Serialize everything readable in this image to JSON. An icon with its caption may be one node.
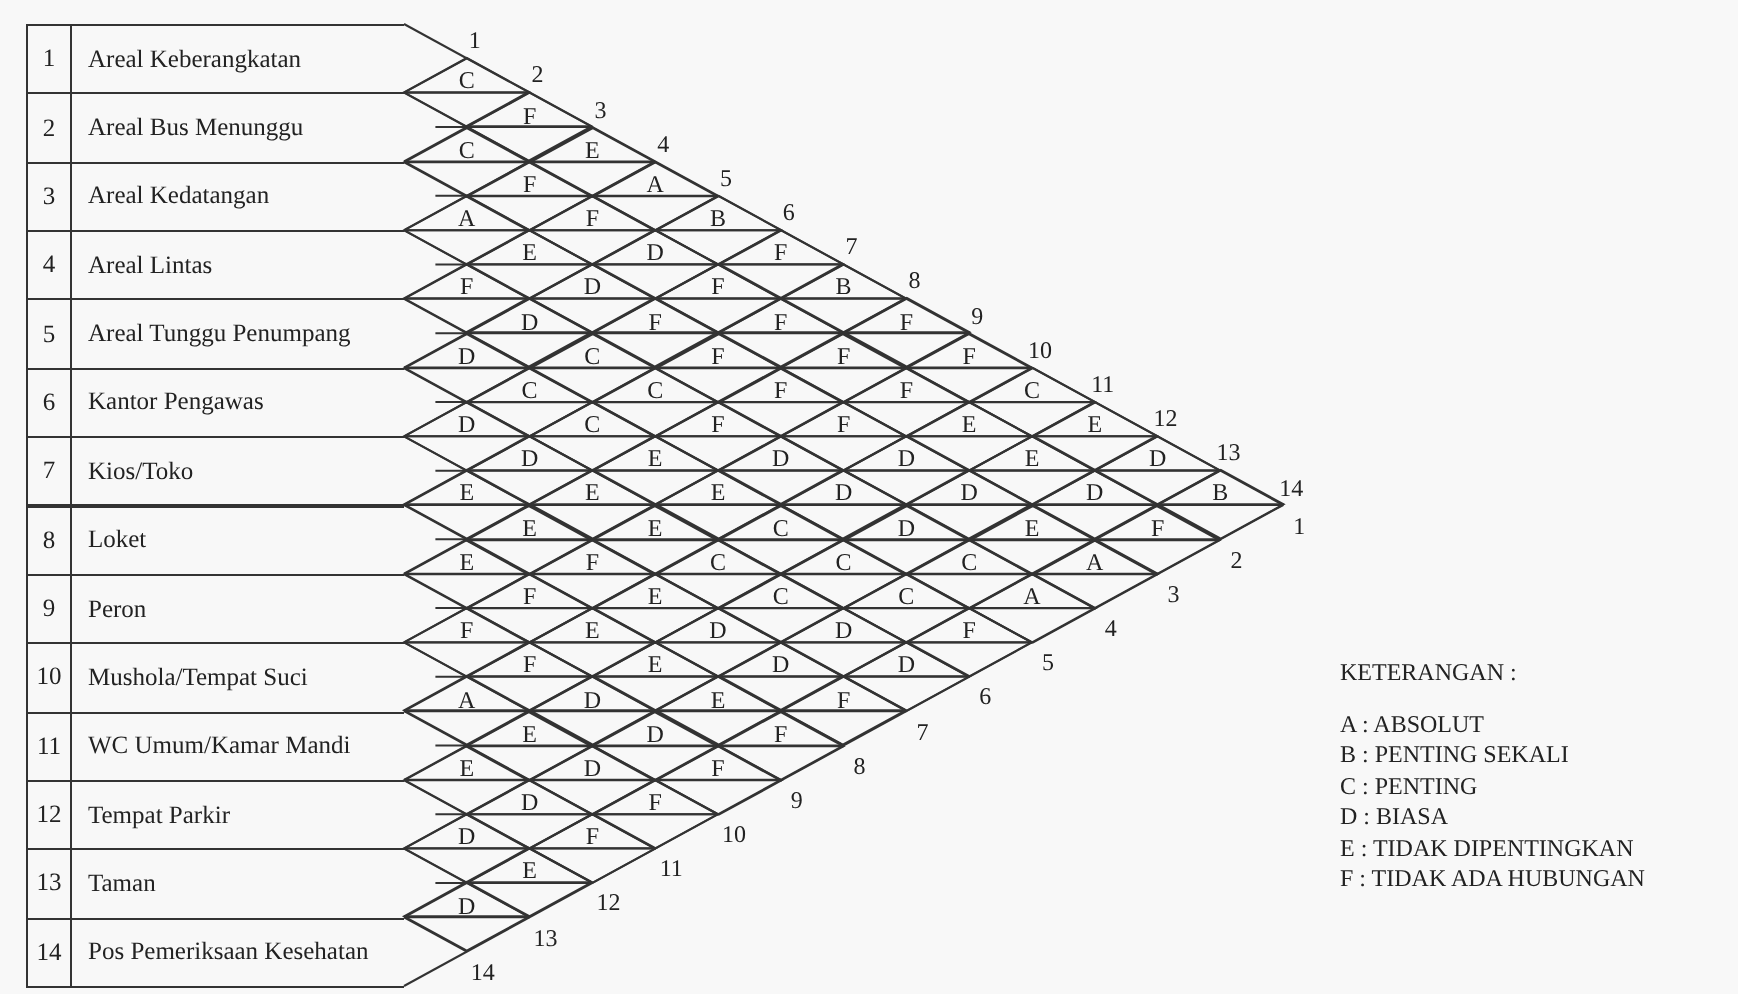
{
  "diagram": {
    "nodes": [
      {
        "text": [
          "1",
          "Areal Keberangkatan"
        ]
      },
      {
        "text": [
          "2",
          "Areal Bus Menunggu"
        ]
      },
      {
        "text": [
          "3",
          "Areal Kedatangan"
        ]
      },
      {
        "text": [
          "4",
          "Areal Lintas"
        ]
      },
      {
        "text": [
          "5",
          "Areal Tunggu Penumpang"
        ]
      },
      {
        "text": [
          "6",
          "Kantor Pengawas"
        ]
      },
      {
        "text": [
          "7",
          "Kios/Toko"
        ]
      },
      {
        "text": [
          "8",
          "Loket"
        ]
      },
      {
        "text": [
          "9",
          "Peron"
        ]
      },
      {
        "text": [
          "10",
          "Mushola/Tempat Suci"
        ]
      },
      {
        "text": [
          "11",
          "WC Umum/Kamar Mandi"
        ]
      },
      {
        "text": [
          "12",
          "Tempat Parkir"
        ]
      },
      {
        "text": [
          "13",
          "Taman"
        ]
      },
      {
        "text": [
          "14",
          "Pos Pemeriksaan Kesehatan"
        ]
      },
      {
        "text": [
          "C"
        ]
      },
      {
        "text": [
          "F"
        ]
      },
      {
        "text": [
          "C"
        ]
      },
      {
        "text": [
          "E"
        ]
      },
      {
        "text": [
          "F"
        ]
      },
      {
        "text": [
          "A"
        ]
      },
      {
        "text": [
          "A"
        ]
      },
      {
        "text": [
          "F"
        ]
      },
      {
        "text": [
          "B"
        ]
      },
      {
        "text": [
          "E"
        ]
      },
      {
        "text": [
          "D"
        ]
      },
      {
        "text": [
          "F"
        ]
      },
      {
        "text": [
          "F"
        ]
      },
      {
        "text": [
          "D"
        ]
      },
      {
        "text": [
          "F"
        ]
      },
      {
        "text": [
          "B"
        ]
      },
      {
        "text": [
          "D"
        ]
      },
      {
        "text": [
          "F"
        ]
      },
      {
        "text": [
          "F"
        ]
      },
      {
        "text": [
          "F"
        ]
      },
      {
        "text": [
          "D"
        ]
      },
      {
        "text": [
          "C"
        ]
      },
      {
        "text": [
          "F"
        ]
      },
      {
        "text": [
          "F"
        ]
      },
      {
        "text": [
          "F"
        ]
      },
      {
        "text": [
          "C"
        ]
      },
      {
        "text": [
          "C"
        ]
      },
      {
        "text": [
          "F"
        ]
      },
      {
        "text": [
          "F"
        ]
      },
      {
        "text": [
          "C"
        ]
      },
      {
        "text": [
          "D"
        ]
      },
      {
        "text": [
          "C"
        ]
      },
      {
        "text": [
          "F"
        ]
      },
      {
        "text": [
          "F"
        ]
      },
      {
        "text": [
          "E"
        ]
      },
      {
        "text": [
          "E"
        ]
      },
      {
        "text": [
          "D"
        ]
      },
      {
        "text": [
          "E"
        ]
      },
      {
        "text": [
          "D"
        ]
      },
      {
        "text": [
          "D"
        ]
      },
      {
        "text": [
          "E"
        ]
      },
      {
        "text": [
          "D"
        ]
      },
      {
        "text": [
          "E"
        ]
      },
      {
        "text": [
          "E"
        ]
      },
      {
        "text": [
          "E"
        ]
      },
      {
        "text": [
          "D"
        ]
      },
      {
        "text": [
          "D"
        ]
      },
      {
        "text": [
          "D"
        ]
      },
      {
        "text": [
          "B"
        ]
      },
      {
        "text": [
          "E"
        ]
      },
      {
        "text": [
          "E"
        ]
      },
      {
        "text": [
          "C"
        ]
      },
      {
        "text": [
          "D"
        ]
      },
      {
        "text": [
          "E"
        ]
      },
      {
        "text": [
          "F"
        ]
      },
      {
        "text": [
          "E"
        ]
      },
      {
        "text": [
          "F"
        ]
      },
      {
        "text": [
          "C"
        ]
      },
      {
        "text": [
          "C"
        ]
      },
      {
        "text": [
          "C"
        ]
      },
      {
        "text": [
          "A"
        ]
      },
      {
        "text": [
          "F"
        ]
      },
      {
        "text": [
          "E"
        ]
      },
      {
        "text": [
          "C"
        ]
      },
      {
        "text": [
          "C"
        ]
      },
      {
        "text": [
          "A"
        ]
      },
      {
        "text": [
          "F"
        ]
      },
      {
        "text": [
          "E"
        ]
      },
      {
        "text": [
          "D"
        ]
      },
      {
        "text": [
          "D"
        ]
      },
      {
        "text": [
          "F"
        ]
      },
      {
        "text": [
          "F"
        ]
      },
      {
        "text": [
          "E"
        ]
      },
      {
        "text": [
          "D"
        ]
      },
      {
        "text": [
          "D"
        ]
      },
      {
        "text": [
          "A"
        ]
      },
      {
        "text": [
          "D"
        ]
      },
      {
        "text": [
          "E"
        ]
      },
      {
        "text": [
          "F"
        ]
      },
      {
        "text": [
          "E"
        ]
      },
      {
        "text": [
          "D"
        ]
      },
      {
        "text": [
          "F"
        ]
      },
      {
        "text": [
          "E"
        ]
      },
      {
        "text": [
          "D"
        ]
      },
      {
        "text": [
          "F"
        ]
      },
      {
        "text": [
          "D"
        ]
      },
      {
        "text": [
          "F"
        ]
      },
      {
        "text": [
          "D"
        ]
      },
      {
        "text": [
          "F"
        ]
      },
      {
        "text": [
          "E"
        ]
      },
      {
        "text": [
          "D"
        ]
      }
    ],
    "labels": [
      "1",
      "2",
      "3",
      "4",
      "5",
      "6",
      "7",
      "8",
      "9",
      "10",
      "11",
      "12",
      "13",
      "14",
      "1",
      "2",
      "3",
      "4",
      "5",
      "6",
      "7",
      "8",
      "9",
      "10",
      "11",
      "12",
      "13",
      "14",
      "KETERANGAN :",
      "A : ABSOLUT",
      "B : PENTING SEKALI",
      "C : PENTING",
      "D : BIASA",
      "E : TIDAK DIPENTINGKAN",
      "F : TIDAK ADA HUBUNGAN"
    ]
  }
}
